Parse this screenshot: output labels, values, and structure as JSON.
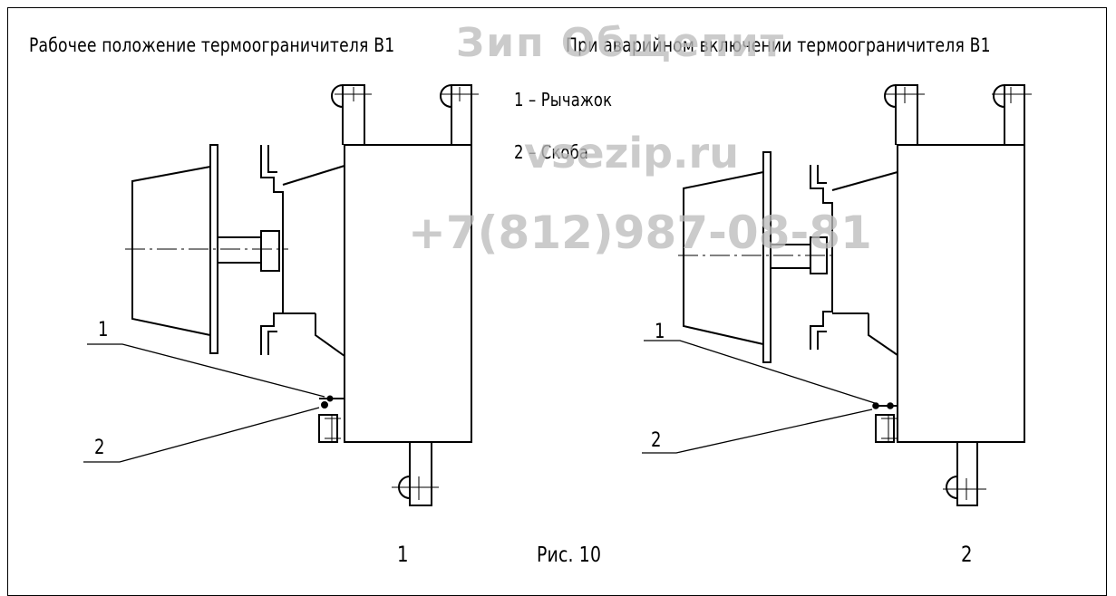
{
  "title_left": "Рабочее положение термоограничителя В1",
  "title_right": "При аварийном включении термоограничителя В1",
  "legend": {
    "item1": "1 – Рычажок",
    "item2": "2 – Скоба"
  },
  "callouts": {
    "c1": "1",
    "c2": "2"
  },
  "view_labels": {
    "left": "1",
    "right": "2"
  },
  "caption": "Рис. 10",
  "watermark": {
    "brand": "Зип Общепит",
    "site": "vsezip.ru",
    "phone": "+7(812)987-08-81"
  }
}
